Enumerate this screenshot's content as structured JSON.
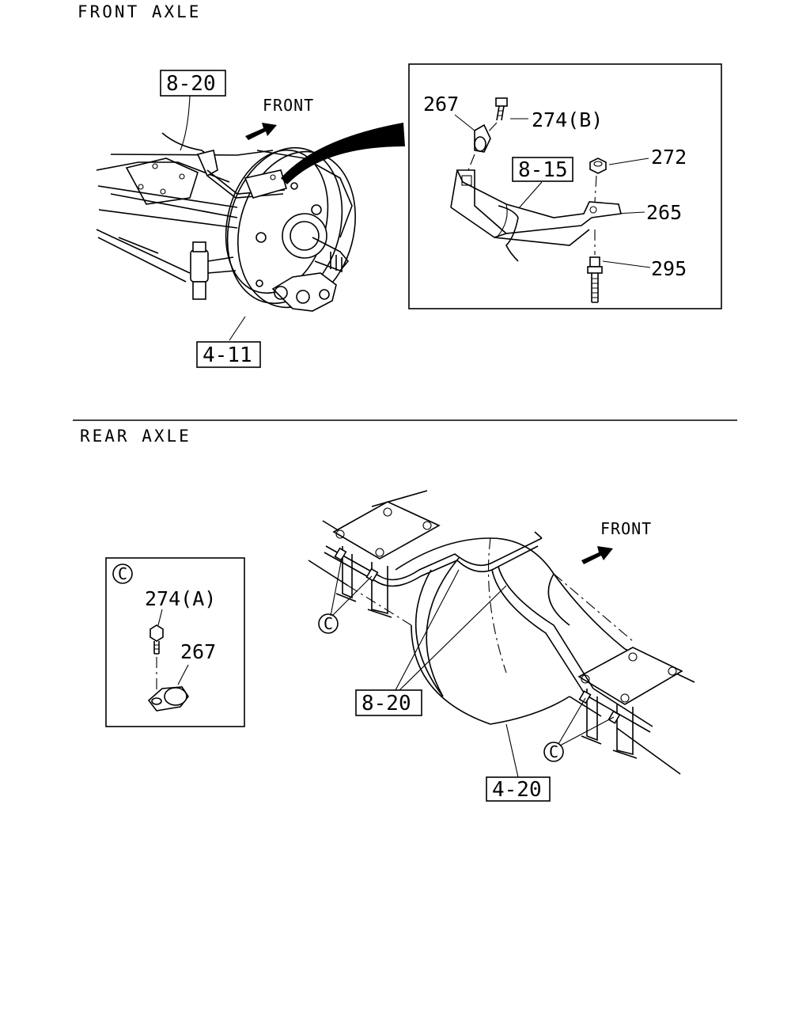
{
  "sections": {
    "front_title": "FRONT AXLE",
    "rear_title": "REAR AXLE"
  },
  "front": {
    "direction_label": "FRONT",
    "refs": {
      "top_left": "8-20",
      "bottom": "4-11"
    },
    "detail": {
      "ref_box": "8-15",
      "parts": {
        "clip": "267",
        "bolt": "274(B)",
        "nut": "272",
        "bracket": "265",
        "stud": "295"
      }
    }
  },
  "rear": {
    "direction_label": "FRONT",
    "refs": {
      "middle": "8-20",
      "bottom": "4-20"
    },
    "callout_letter": "C",
    "detail": {
      "letter": "C",
      "parts": {
        "bolt": "274(A)",
        "clip": "267"
      }
    }
  }
}
